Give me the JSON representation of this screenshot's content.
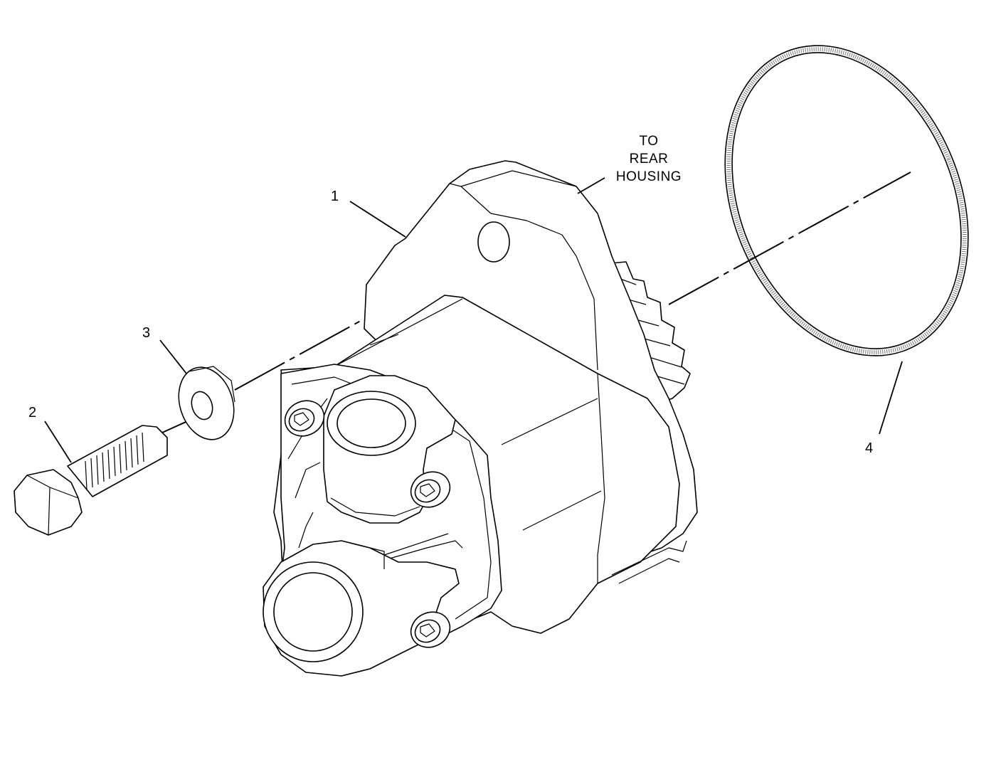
{
  "callouts": [
    {
      "id": "1",
      "label": "1"
    },
    {
      "id": "2",
      "label": "2"
    },
    {
      "id": "3",
      "label": "3"
    },
    {
      "id": "4",
      "label": "4"
    }
  ],
  "note": {
    "line1": "TO",
    "line2": "REAR",
    "line3": "HOUSING"
  }
}
